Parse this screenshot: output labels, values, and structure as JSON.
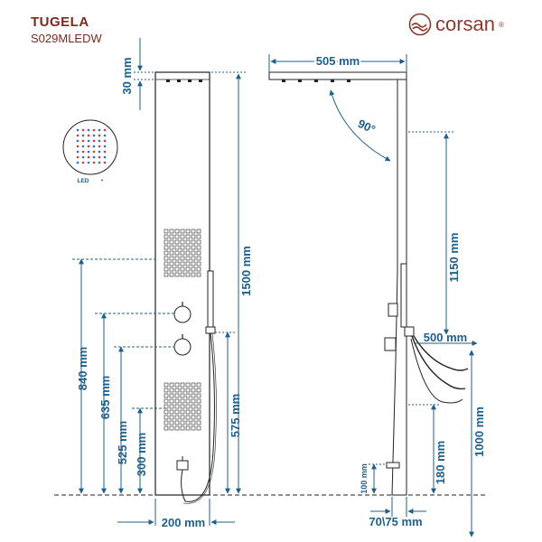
{
  "header": {
    "title": "TUGELA",
    "model": "S029MLEDW",
    "brand": "corsan",
    "brand_mark": "®"
  },
  "colors": {
    "dimension": "#1f5f8b",
    "outline": "#222222",
    "brand": "#8b3a2e",
    "led_blue": "#2a6fd6",
    "led_red": "#d63a3a"
  },
  "led_legend": {
    "label": "LED",
    "dot": "•"
  },
  "front_view": {
    "top_height": "30 mm",
    "total_height": "1500 mm",
    "h_840": "840 mm",
    "h_635": "635 mm",
    "h_525": "525 mm",
    "h_300": "300 mm",
    "h_575": "575 mm",
    "width": "200 mm"
  },
  "side_view": {
    "depth": "505 mm",
    "angle": "90°",
    "h_1150": "1150 mm",
    "hose": "500 mm",
    "h_1000": "1000 mm",
    "h_180": "180 mm",
    "h_100": "100 mm",
    "bottom_depth": "70\\75 mm"
  }
}
